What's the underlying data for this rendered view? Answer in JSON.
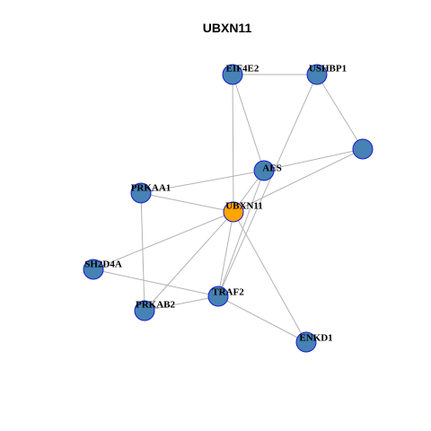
{
  "title": "UBXN11",
  "colors": {
    "node_fill": "#4682B4",
    "node_stroke": "#1a1acc",
    "hub_fill": "#FFA500",
    "edge": "#b3b3b3"
  },
  "nodes": [
    {
      "id": "UBXN11",
      "label": "UBXN11",
      "hub": true
    },
    {
      "id": "EIF4E2",
      "label": "EIF4E2"
    },
    {
      "id": "USHBP1",
      "label": "USHBP1"
    },
    {
      "id": "unlabeled",
      "label": ""
    },
    {
      "id": "AES",
      "label": "AES"
    },
    {
      "id": "PRKAA1",
      "label": "PRKAA1"
    },
    {
      "id": "SH2D4A",
      "label": "SH2D4A"
    },
    {
      "id": "PRKAB2",
      "label": "PRKAB2"
    },
    {
      "id": "TRAF2",
      "label": "TRAF2"
    },
    {
      "id": "ENKD1",
      "label": "ENKD1"
    }
  ],
  "edges": [
    [
      "EIF4E2",
      "USHBP1"
    ],
    [
      "EIF4E2",
      "UBXN11"
    ],
    [
      "EIF4E2",
      "AES"
    ],
    [
      "USHBP1",
      "unlabeled"
    ],
    [
      "USHBP1",
      "TRAF2"
    ],
    [
      "unlabeled",
      "AES"
    ],
    [
      "unlabeled",
      "UBXN11"
    ],
    [
      "AES",
      "PRKAA1"
    ],
    [
      "AES",
      "UBXN11"
    ],
    [
      "AES",
      "TRAF2"
    ],
    [
      "PRKAA1",
      "UBXN11"
    ],
    [
      "PRKAA1",
      "PRKAB2"
    ],
    [
      "UBXN11",
      "SH2D4A"
    ],
    [
      "UBXN11",
      "PRKAB2"
    ],
    [
      "UBXN11",
      "TRAF2"
    ],
    [
      "UBXN11",
      "ENKD1"
    ],
    [
      "SH2D4A",
      "TRAF2"
    ],
    [
      "PRKAB2",
      "TRAF2"
    ],
    [
      "TRAF2",
      "ENKD1"
    ]
  ]
}
